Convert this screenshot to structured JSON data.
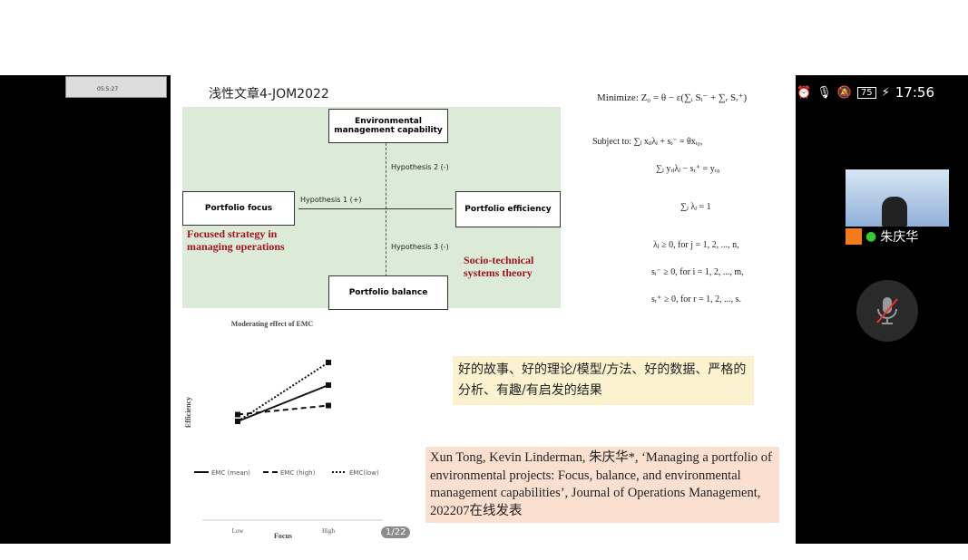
{
  "title_bar": {
    "mini_window_label": "05:5:27",
    "title": "浅性文章4-JOM2022"
  },
  "status_bar": {
    "battery": "75",
    "time": "17:56"
  },
  "diagram": {
    "emc": "Environmental management capability",
    "focus": "Portfolio focus",
    "efficiency": "Portfolio efficiency",
    "balance": "Portfolio balance",
    "h1": "Hypothesis 1 (+)",
    "h2": "Hypothesis 2 (-)",
    "h3": "Hypothesis 3 (-)",
    "theory1": "Focused strategy in managing operations",
    "theory2": "Socio-technical systems theory"
  },
  "equations": {
    "objective": "Minimize: Z₀ = θ − ε(∑ᵢ Sᵢ⁻ + ∑ᵣ Sᵣ⁺)",
    "c1": "Subject to: ∑ⱼ xᵢⱼλⱼ + sᵢ⁻ = θxᵢ₀,",
    "c2": "∑ⱼ yᵣⱼλⱼ − sᵣ⁺ = yᵣ₀",
    "c3": "∑ⱼ λⱼ = 1",
    "c4": "λⱼ ≥ 0, for j = 1, 2, ..., n,",
    "c5": "sᵢ⁻ ≥ 0, for i = 1, 2, ..., m,",
    "c6": "sᵣ⁺ ≥ 0, for r = 1, 2, ..., s."
  },
  "chart_data": {
    "type": "line",
    "title": "Moderating effect of EMC",
    "xlabel": "Focus",
    "ylabel": "Efficiency",
    "categories": [
      "Low",
      "High"
    ],
    "series": [
      {
        "name": "EMC (mean)",
        "values": [
          2.0,
          3.6
        ]
      },
      {
        "name": "EMC (high)",
        "values": [
          2.3,
          2.7
        ]
      },
      {
        "name": "EMC(low)",
        "values": [
          2.0,
          4.6
        ]
      }
    ],
    "ylim": [
      0,
      6
    ]
  },
  "note": "好的故事、好的理论/模型/方法、好的数据、严格的分析、有趣/有启发的结果",
  "citation": "Xun Tong, Kevin Linderman, 朱庆华*, ‘Managing a portfolio of environmental projects: Focus, balance, and environmental management capabilities’, Journal of Operations Management, 202207在线发表",
  "page_indicator": "1/22",
  "participant": {
    "name": "朱庆华"
  }
}
